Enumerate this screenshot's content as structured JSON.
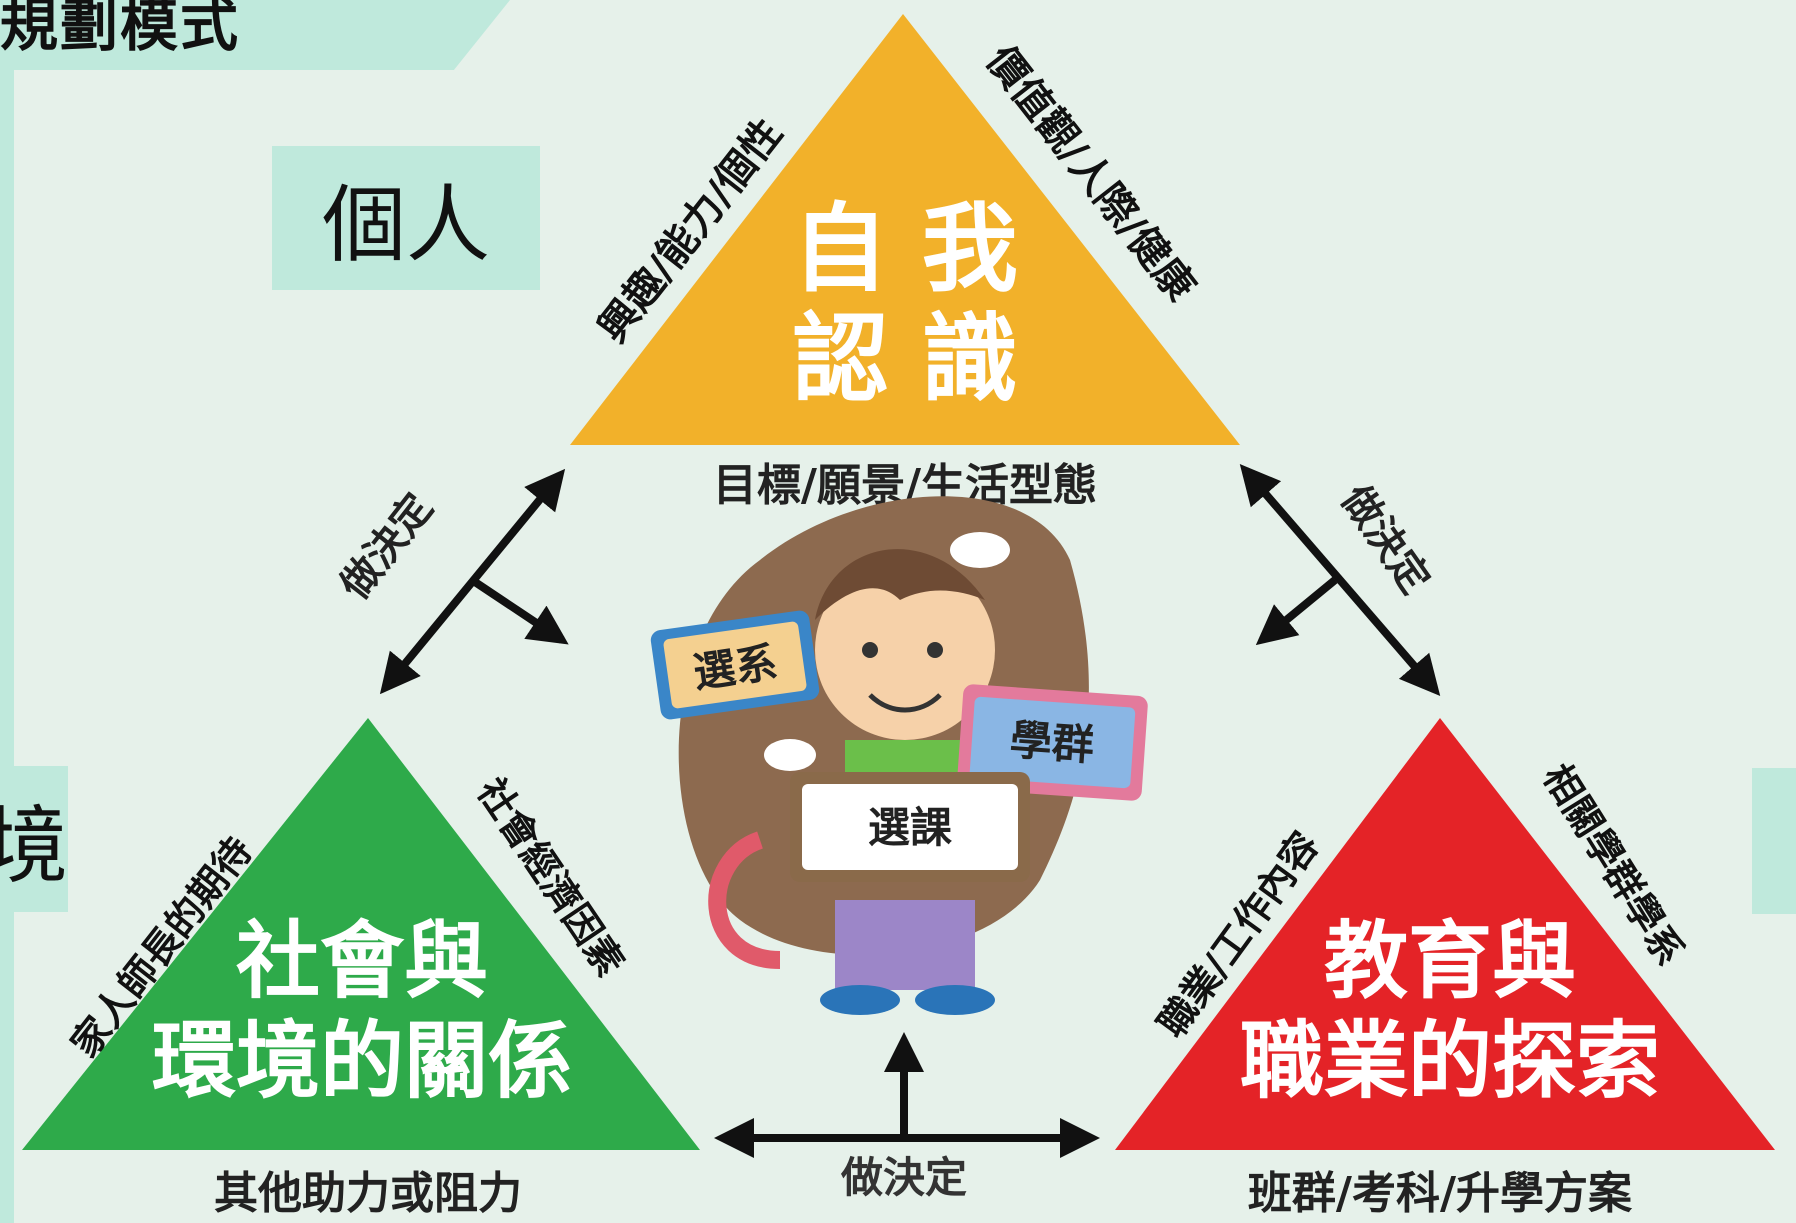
{
  "header": {
    "title": "規劃模式"
  },
  "side_labels": {
    "personal": "個人",
    "environment": "境"
  },
  "self": {
    "title_line1": "自 我",
    "title_line2": "認 識",
    "left_edge": "興趣/能力/個性",
    "right_edge": "價值觀/人際/健康",
    "bottom": "目標/願景/生活型態",
    "color": "#f2b12a"
  },
  "social": {
    "title_line1": "社會與",
    "title_line2": "環境的關係",
    "left_edge": "家人師長的期待",
    "right_edge": "社會經濟因素",
    "bottom": "其他助力或阻力",
    "color": "#2eaa4a"
  },
  "education": {
    "title_line1": "教育與",
    "title_line2": "職業的探索",
    "left_edge": "職業/工作內容",
    "right_edge": "相關學群學系",
    "bottom": "班群/考科/升學方案",
    "color": "#e42327"
  },
  "decisions": {
    "left": "做決定",
    "right": "做決定",
    "bottom": "做決定"
  },
  "center": {
    "sign_dept": "選系",
    "sign_group": "學群",
    "sign_course": "選課"
  }
}
